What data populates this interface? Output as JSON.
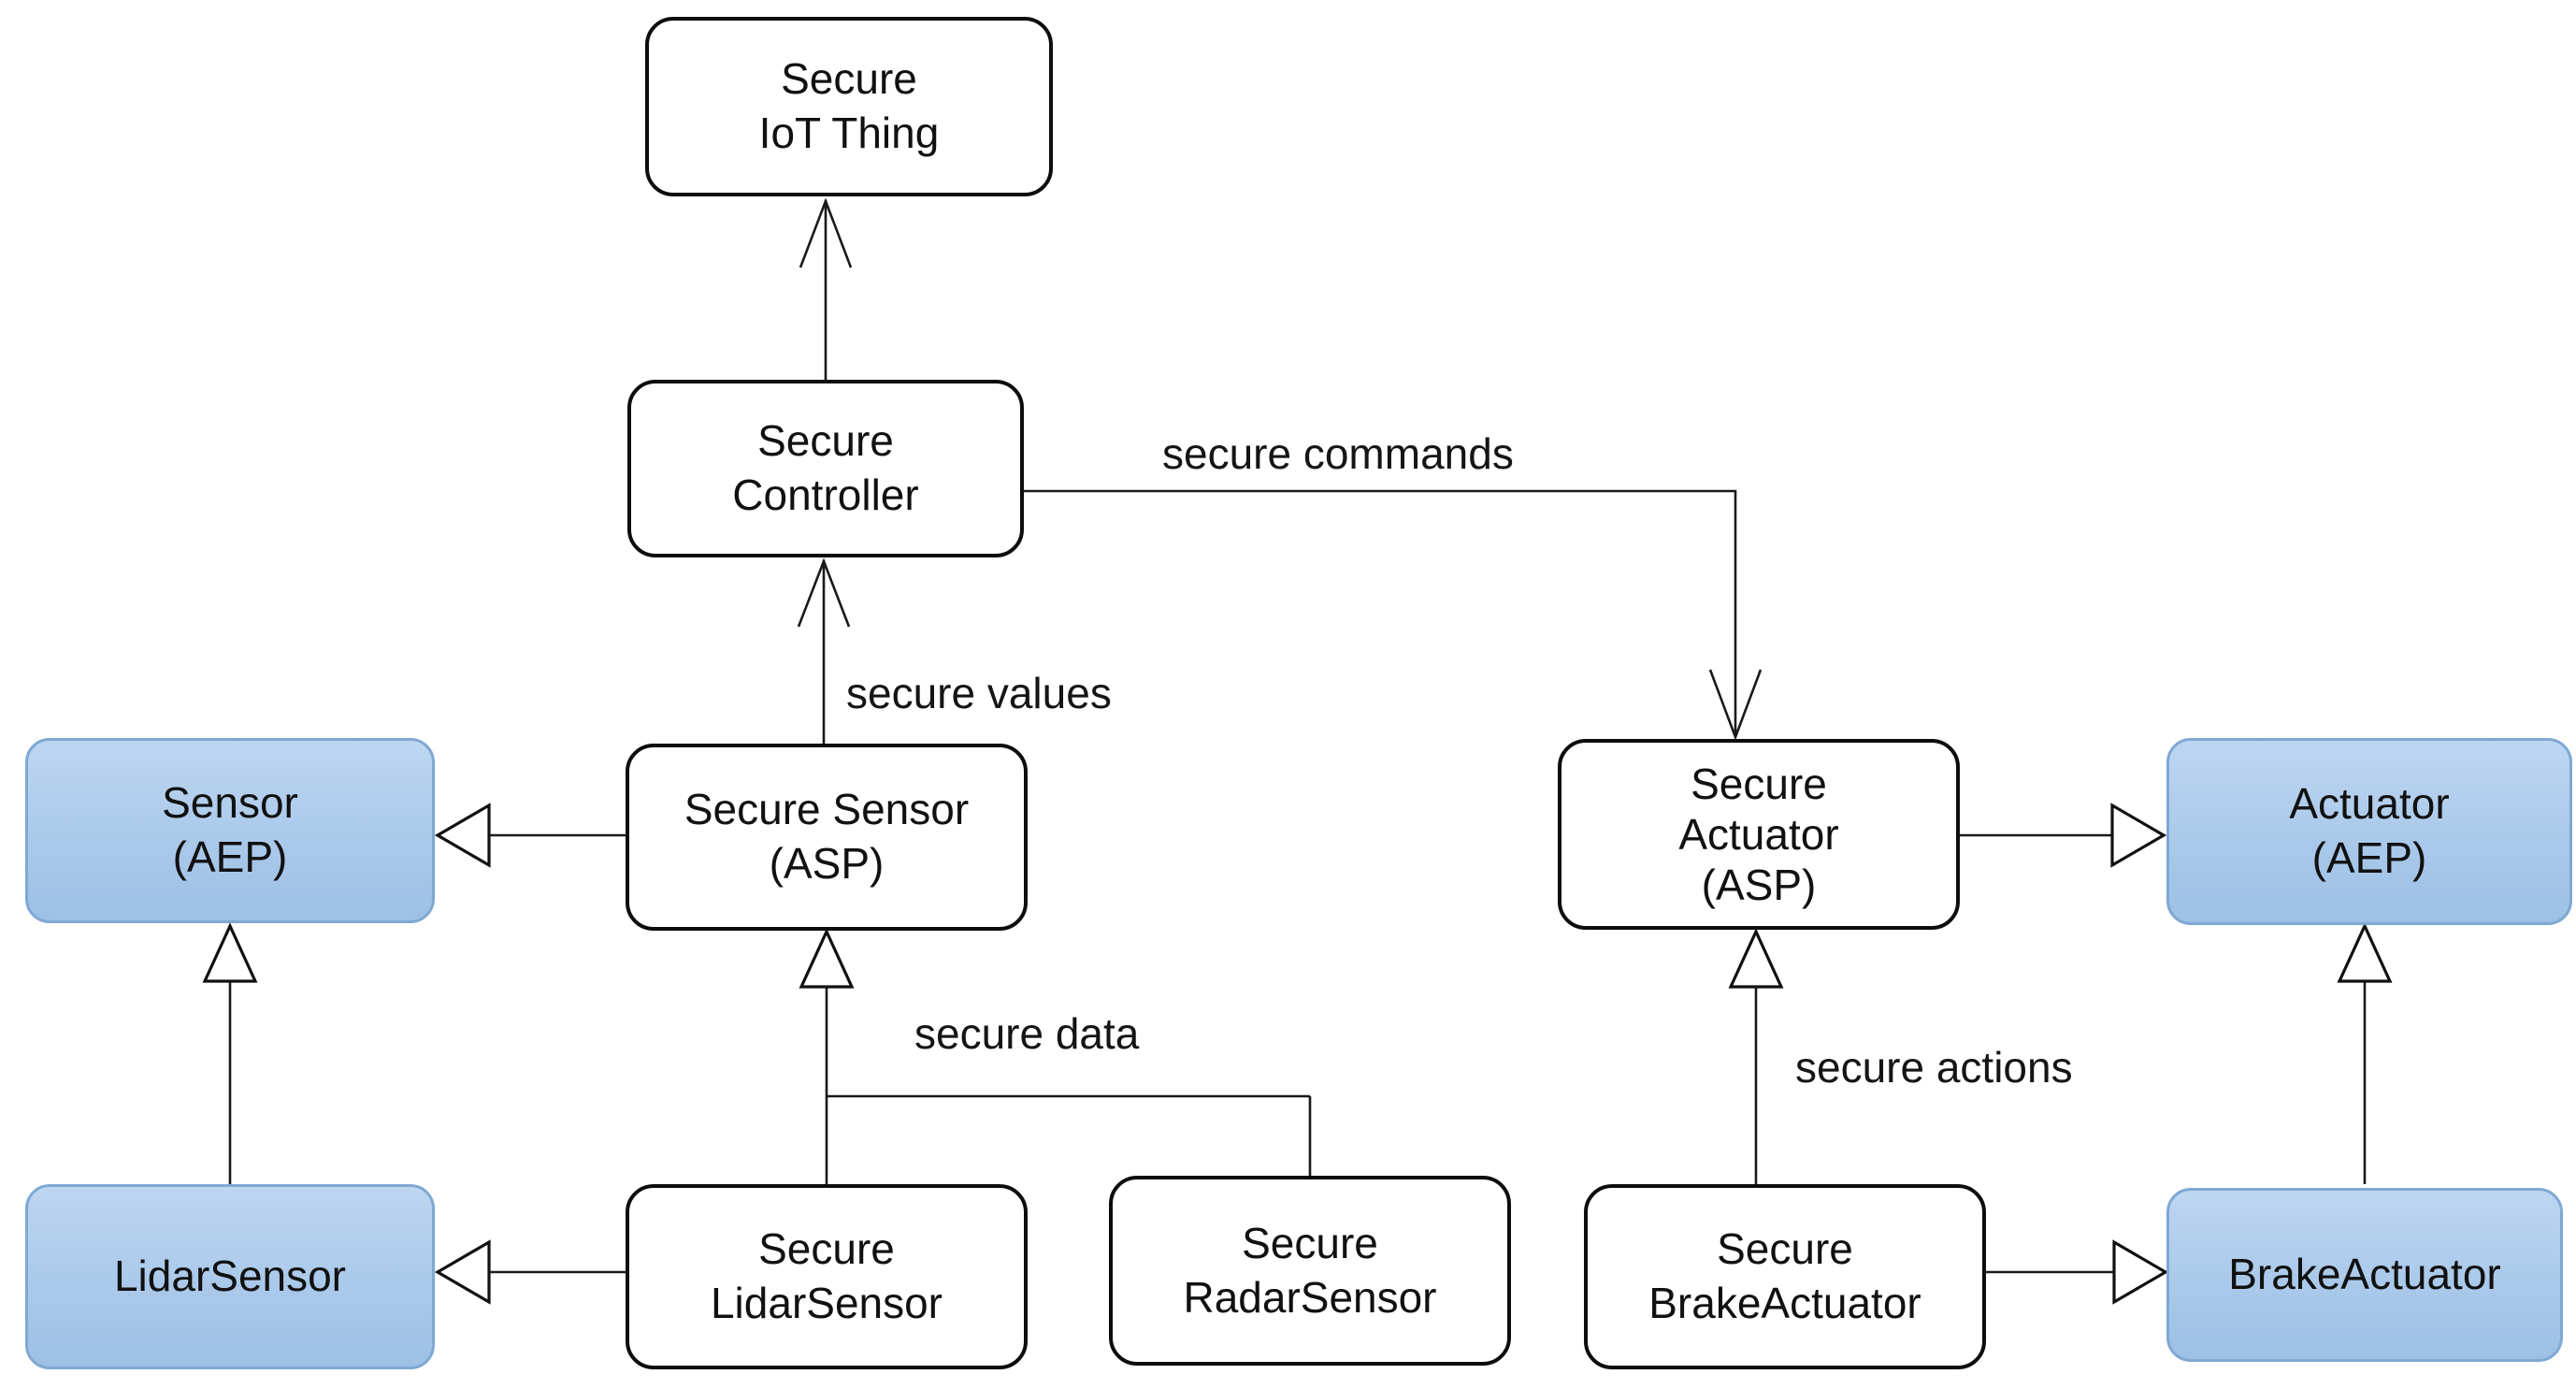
{
  "diagram": {
    "title_implicit": "Secure IoT Thing class diagram",
    "nodes": {
      "secure_iot_thing": {
        "label": "Secure\nIoT Thing",
        "type": "plain"
      },
      "secure_controller": {
        "label": "Secure\nController",
        "type": "plain"
      },
      "sensor_aep": {
        "label": "Sensor\n(AEP)",
        "type": "highlight"
      },
      "secure_sensor_asp": {
        "label": "Secure Sensor\n(ASP)",
        "type": "plain"
      },
      "secure_actuator_asp": {
        "label": "Secure\nActuator\n(ASP)",
        "type": "plain"
      },
      "actuator_aep": {
        "label": "Actuator\n(AEP)",
        "type": "highlight"
      },
      "lidar_sensor": {
        "label": "LidarSensor",
        "type": "highlight"
      },
      "secure_lidar_sensor": {
        "label": "Secure\nLidarSensor",
        "type": "plain"
      },
      "secure_radar_sensor": {
        "label": "Secure\nRadarSensor",
        "type": "plain"
      },
      "secure_brake_actuator": {
        "label": "Secure\nBrakeActuator",
        "type": "plain"
      },
      "brake_actuator": {
        "label": "BrakeActuator",
        "type": "highlight"
      }
    },
    "edge_labels": {
      "secure_commands": "secure commands",
      "secure_values": "secure values",
      "secure_data": "secure data",
      "secure_actions": "secure actions"
    },
    "colors": {
      "plain_node_fill": "#ffffff",
      "plain_node_border": "#0d0d0d",
      "highlight_fill_top": "#bed6f0",
      "highlight_fill_bottom": "#9dc0e5",
      "highlight_border": "#7fa8d3",
      "line": "#1a1a1a",
      "text": "#111111",
      "background": "#ffffff"
    }
  }
}
